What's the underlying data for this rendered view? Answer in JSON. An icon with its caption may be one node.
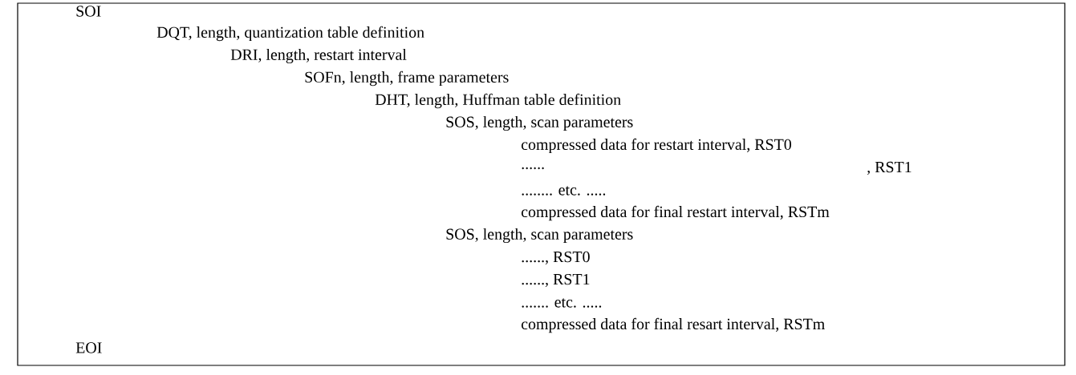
{
  "diagram": {
    "nodes": [
      {
        "text": [
          "SOI",
          "DQT, length, quantization table definition",
          "DRI, length, restart interval",
          "SOFn, length, frame parameters",
          "DHT, length, Huffman table definition",
          "SOS, length, scan parameters",
          "compressed data for restart interval, RST0",
          "......",
          ", RST1",
          "........ etc. .....",
          "compressed data for final restart interval, RSTm",
          "SOS, length, scan parameters",
          "......, RST0",
          "......, RST1",
          "....... etc. .....",
          "compressed data for final resart interval, RSTm",
          "EOI"
        ]
      }
    ]
  }
}
